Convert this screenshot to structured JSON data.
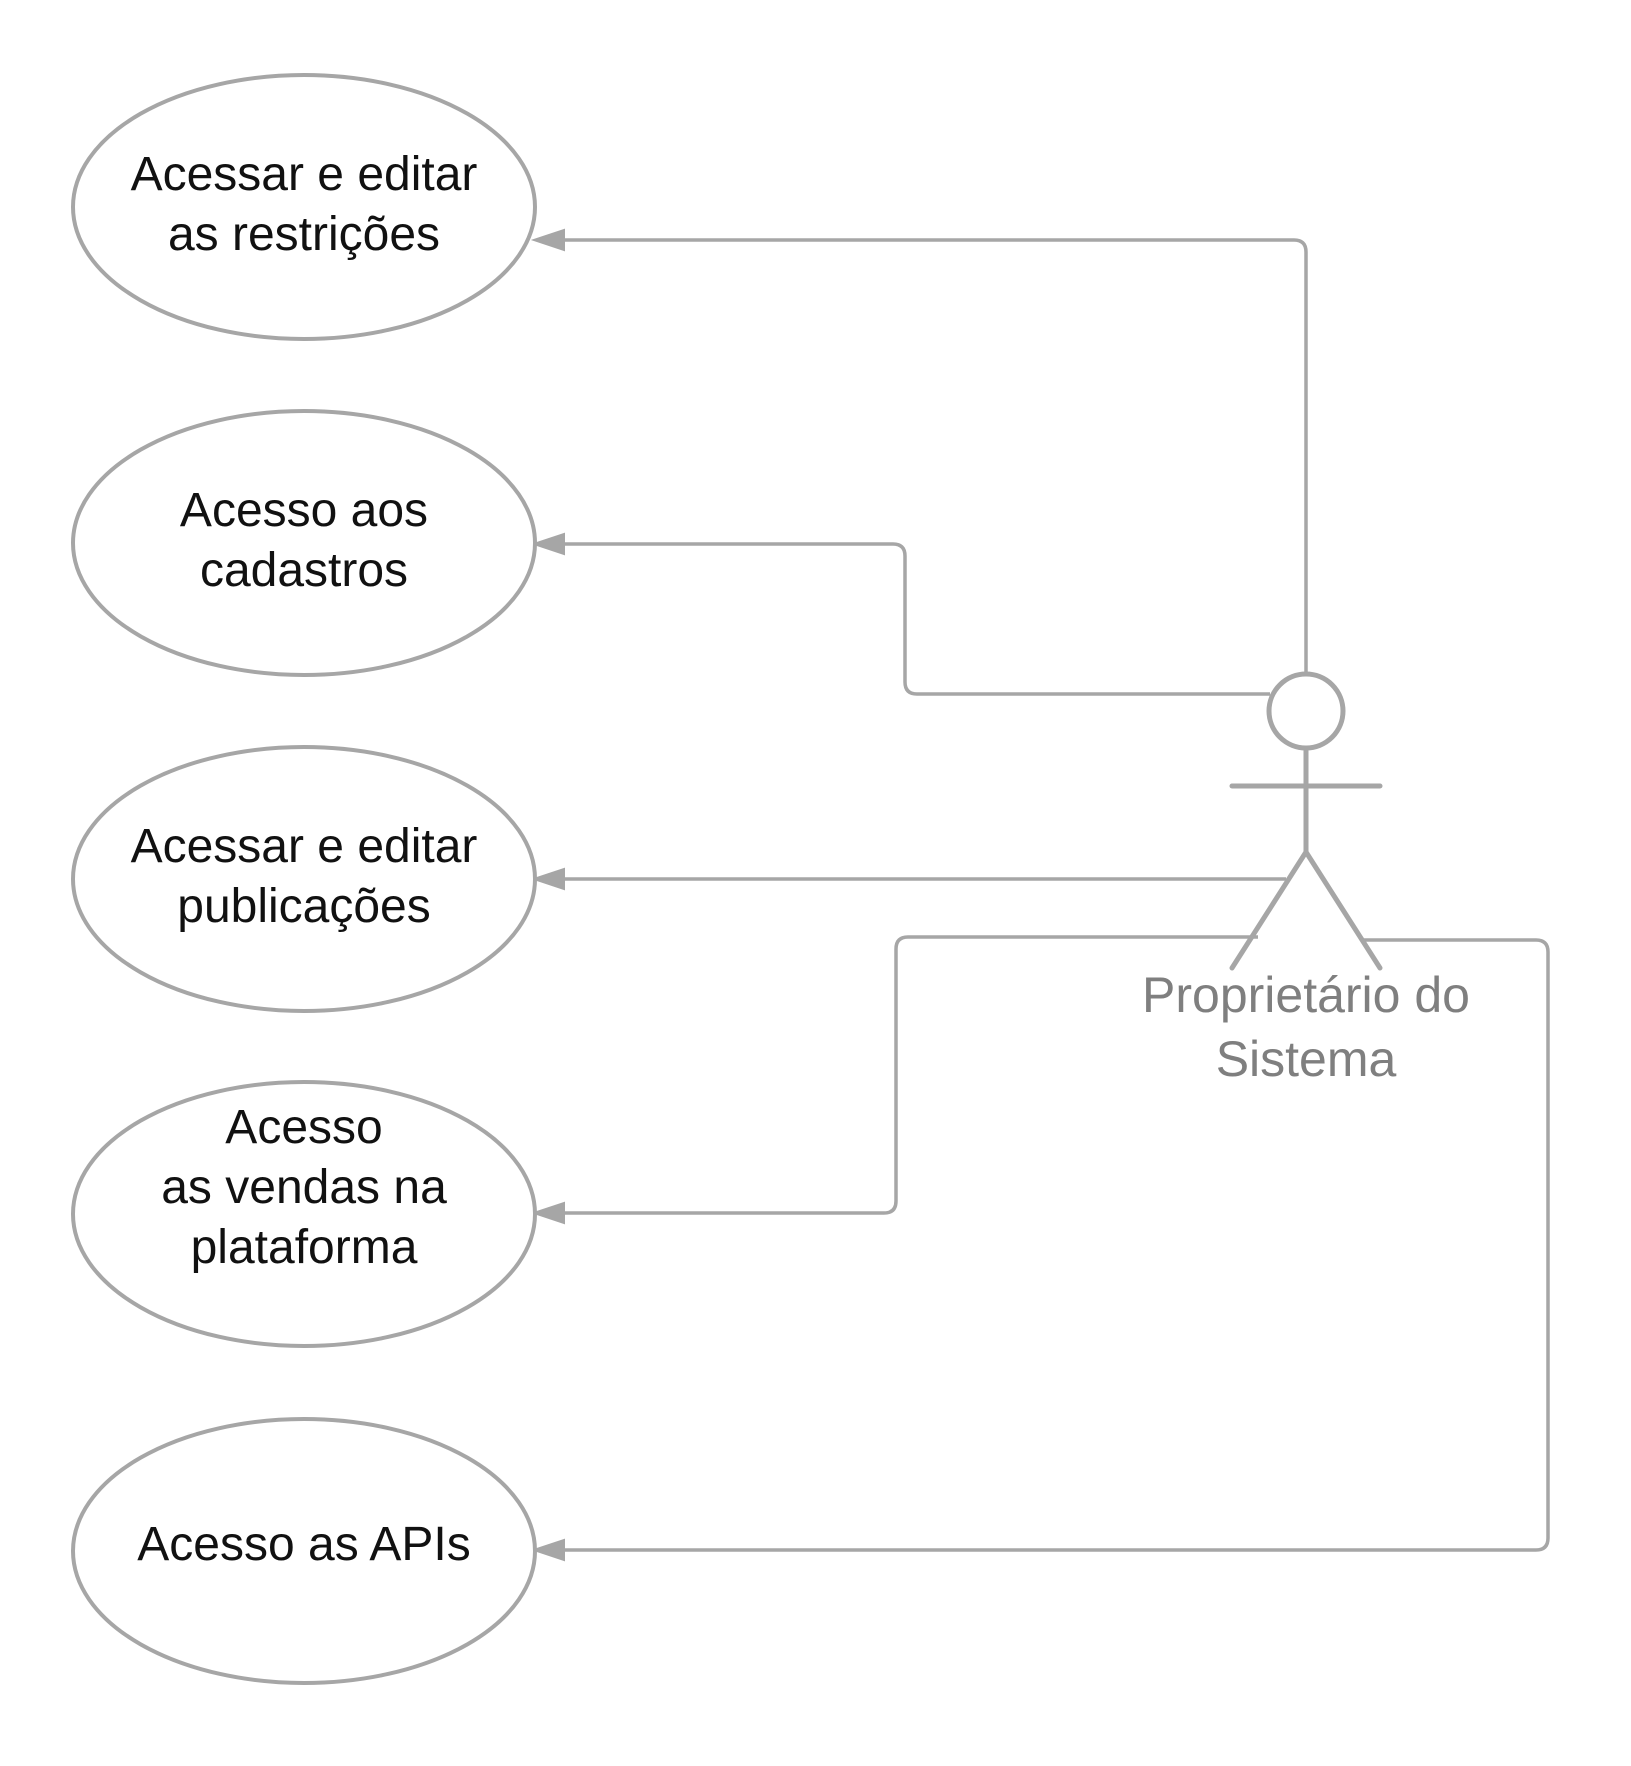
{
  "colors": {
    "line": "#a6a6a6",
    "text": "#111111",
    "actor_text": "#7f7f7f"
  },
  "actor": {
    "label_line1": "Proprietário do",
    "label_line2": "Sistema"
  },
  "use_cases": [
    {
      "lines": [
        "Acessar e editar",
        "as restrições"
      ]
    },
    {
      "lines": [
        "Acesso aos",
        "cadastros"
      ]
    },
    {
      "lines": [
        "Acessar e editar",
        "publicações"
      ]
    },
    {
      "lines": [
        "Acesso",
        "as vendas na",
        "plataforma"
      ]
    },
    {
      "lines": [
        "Acesso as APIs"
      ]
    }
  ]
}
